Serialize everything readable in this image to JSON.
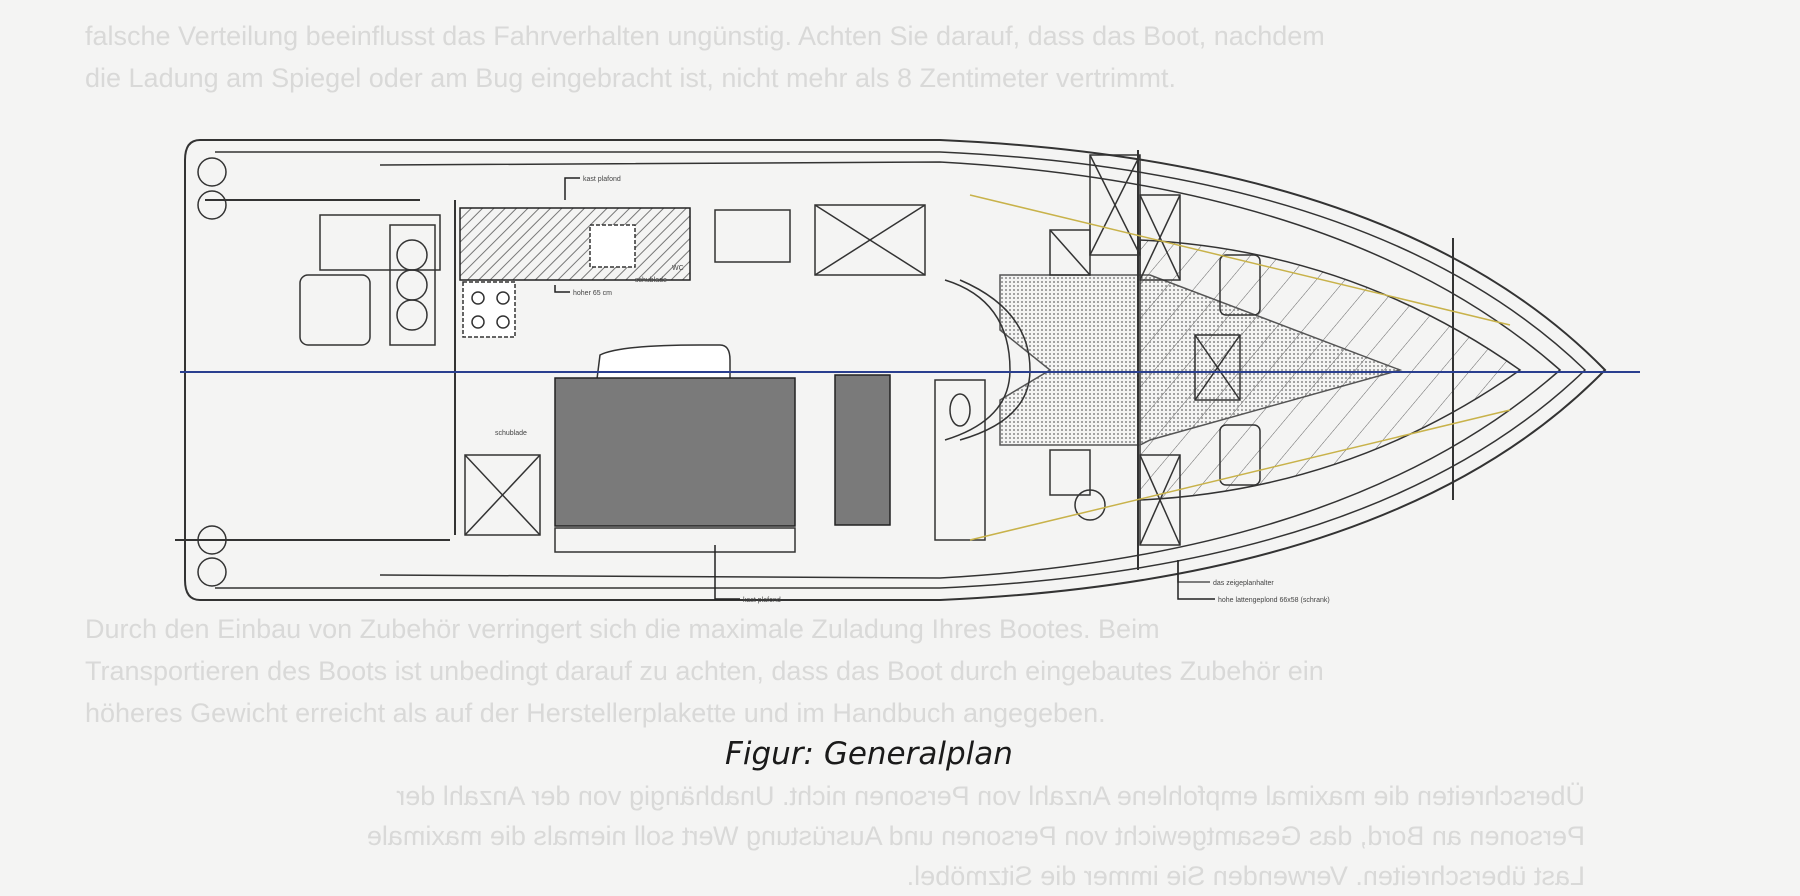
{
  "figure": {
    "caption": "Figur: Generalplan",
    "centerline_color": "#2a3f8f",
    "loadline_color": "#c8b24a",
    "labels": [
      "kast plafond",
      "hoher 65 cm",
      "schublade",
      "WC",
      "schublade",
      "hohe lattengeplond 66x58 (schrank)",
      "das zeigeplanhalter",
      "kast plafond"
    ]
  },
  "showthrough": {
    "top_lines": [
      "falsche Verteilung beeinflusst das Fahrverhalten ungünstig. Achten Sie darauf, dass das Boot, nachdem",
      "die Ladung am Spiegel oder am Bug eingebracht ist, nicht mehr als 8 Zentimeter vertrimmt."
    ],
    "bottom_lines": [
      "Durch den Einbau von Zubehör verringert sich die maximale Zuladung Ihres Bootes. Beim",
      "Transportieren des Boots ist unbedingt darauf zu achten, dass das Boot durch eingebautes Zubehör ein",
      "höheres Gewicht erreicht als auf der Herstellerplakette und im Handbuch angegeben."
    ],
    "mirrored_lines": [
      "Überschreiten die maximal empfohlene Anzahl von Personen nicht. Unabhängig von der Anzahl der",
      "Personen an Bord, das Gesamtgewicht von Personen und Ausrüstung Wert soll niemals die maximale",
      "Last überschreiten. Verwenden Sie immer die Sitzmöbel."
    ]
  }
}
